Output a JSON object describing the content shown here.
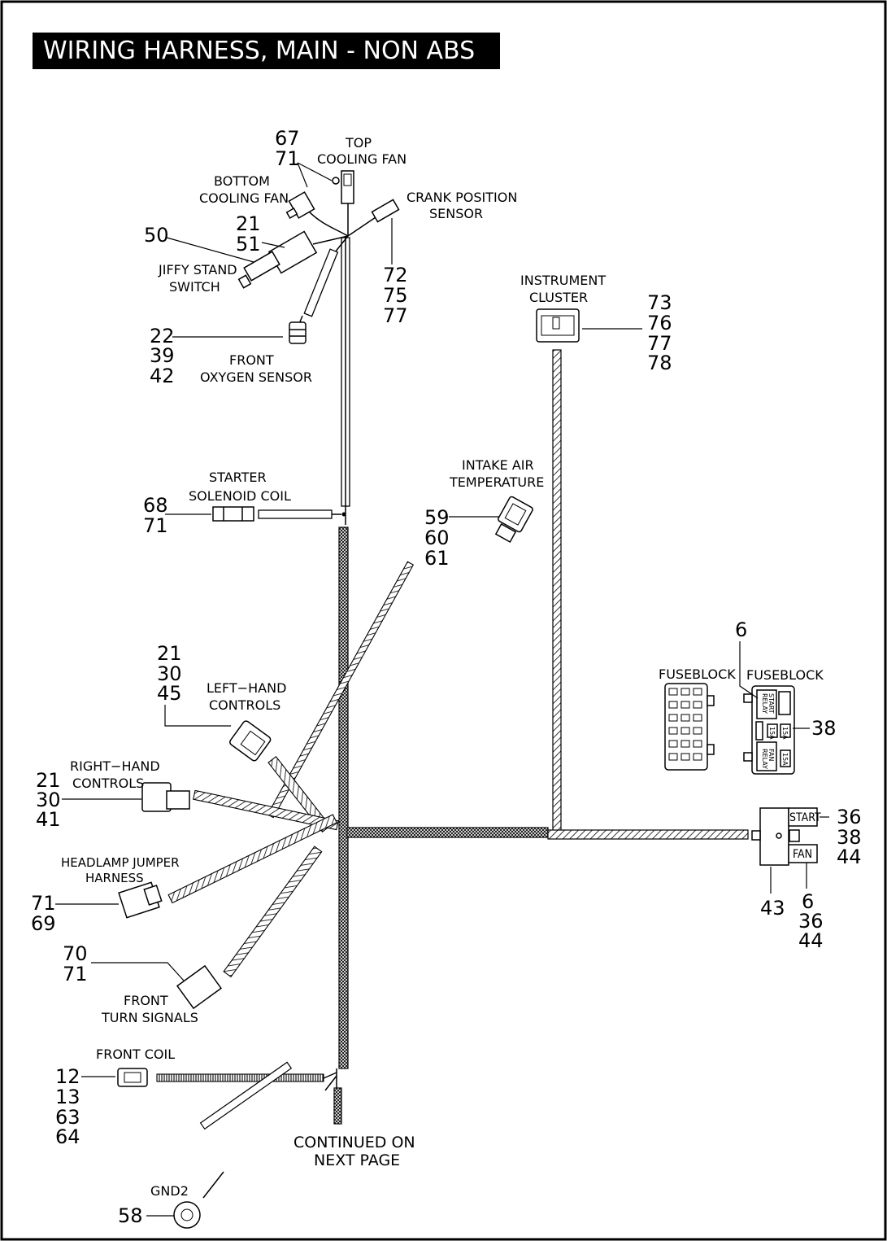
{
  "title": "WIRING HARNESS, MAIN - NON ABS",
  "labels": {
    "top_cooling_fan": [
      "TOP",
      "COOLING FAN"
    ],
    "bottom_cooling_fan": [
      "BOTTOM",
      "COOLING FAN"
    ],
    "crank_position_sensor": [
      "CRANK POSITION",
      "SENSOR"
    ],
    "jiffy_stand_switch": [
      "JIFFY STAND",
      "SWITCH"
    ],
    "front_oxygen_sensor": [
      "FRONT",
      "OXYGEN SENSOR"
    ],
    "instrument_cluster": [
      "INSTRUMENT",
      "CLUSTER"
    ],
    "starter_solenoid_coil": [
      "STARTER",
      "SOLENOID COIL"
    ],
    "intake_air_temperature": [
      "INTAKE AIR",
      "TEMPERATURE"
    ],
    "left_hand_controls": [
      "LEFT−HAND",
      "CONTROLS"
    ],
    "right_hand_controls": [
      "RIGHT−HAND",
      "CONTROLS"
    ],
    "headlamp_jumper_harness": [
      "HEADLAMP JUMPER",
      "HARNESS"
    ],
    "front_turn_signals": [
      "FRONT",
      "TURN SIGNALS"
    ],
    "front_coil": [
      "FRONT COIL"
    ],
    "gnd2": [
      "GND2"
    ],
    "continued": [
      "CONTINUED ON",
      "NEXT PAGE"
    ],
    "fuseblock_left": [
      "FUSEBLOCK"
    ],
    "fuseblock_right": [
      "FUSEBLOCK"
    ]
  },
  "callouts": {
    "top_fan": [
      "67",
      "71"
    ],
    "jiffy_51": [
      "21",
      "51"
    ],
    "jiffy_50": [
      "50"
    ],
    "crank": [
      "72",
      "75",
      "77"
    ],
    "oxygen": [
      "22",
      "39",
      "42"
    ],
    "instrument": [
      "73",
      "76",
      "77",
      "78"
    ],
    "starter": [
      "68",
      "71"
    ],
    "intake": [
      "59",
      "60",
      "61"
    ],
    "left_hand": [
      "21",
      "30",
      "45"
    ],
    "right_hand": [
      "21",
      "30",
      "41"
    ],
    "headlamp": [
      "71",
      "69"
    ],
    "turn_signals": [
      "70",
      "71"
    ],
    "front_coil": [
      "12",
      "13",
      "63",
      "64"
    ],
    "gnd": [
      "58"
    ],
    "fuseblock_top": [
      "6"
    ],
    "fuseblock_side": [
      "38"
    ],
    "relay_right": [
      "36",
      "38",
      "44"
    ],
    "relay_bottom_left": [
      "43"
    ],
    "relay_bottom_right": [
      "6",
      "36",
      "44"
    ]
  },
  "relay_tags": {
    "start": "START",
    "fan": "FAN",
    "start_relay": [
      "START",
      "RELAY"
    ],
    "fan_relay": [
      "FAN",
      "RELAY"
    ],
    "fuse_15a_a": "15A",
    "fuse_15a_b": "15A",
    "fuse_15a_c": "15A"
  }
}
